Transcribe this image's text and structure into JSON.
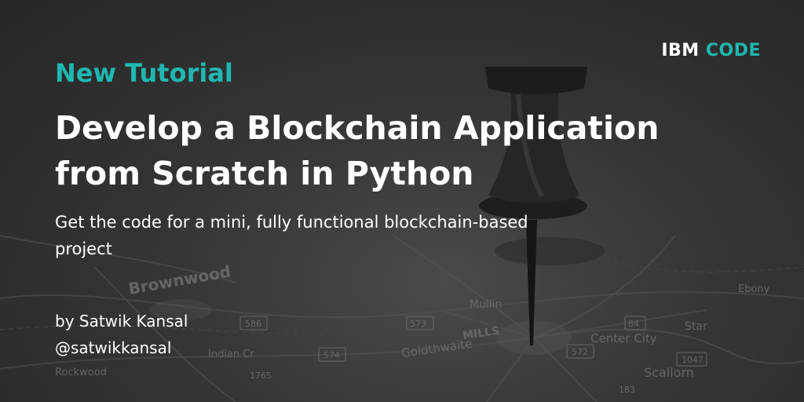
{
  "brand": {
    "prefix": "IBM",
    "accent": "CODE",
    "accent_color": "#1fb8b0"
  },
  "kicker": "New Tutorial",
  "title_lines": [
    "Develop a Blockchain Application",
    "from Scratch in Python"
  ],
  "subtitle_lines": [
    "Get the code for a mini, fully functional blockchain-based",
    "project"
  ],
  "author": {
    "byline": "by Satwik Kansal",
    "handle": "@satwikkansal"
  },
  "map_labels": [
    "Brownwood",
    "Mullin",
    "Goldthwaite",
    "MILLS",
    "Center City",
    "Scallorn",
    "Star",
    "Ebony",
    "Indian Cr",
    "Rockwood",
    "1047",
    "572",
    "573",
    "574",
    "84",
    "183",
    "1765",
    "586"
  ]
}
